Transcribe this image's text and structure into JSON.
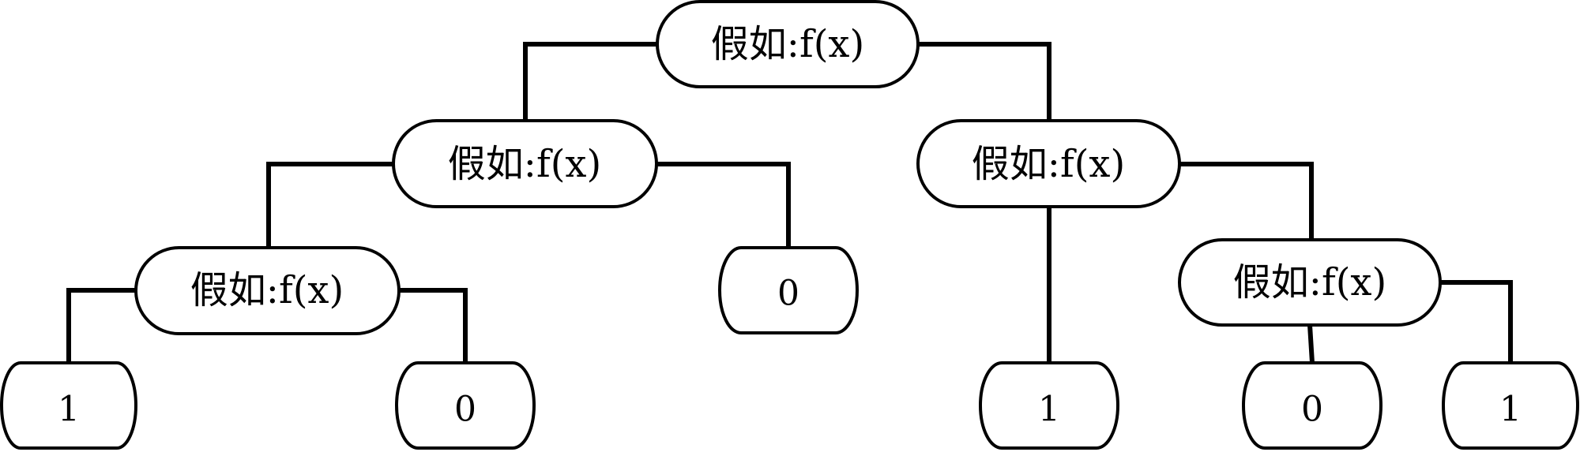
{
  "tree": {
    "root": {
      "label": "假如:f(x)",
      "left": {
        "label": "假如:f(x)",
        "left": {
          "label": "假如:f(x)",
          "left": {
            "label": "1"
          },
          "right": {
            "label": "0"
          }
        },
        "right": {
          "label": "0"
        }
      },
      "right": {
        "label": "假如:f(x)",
        "left": {
          "label": "1"
        },
        "right": {
          "label": "假如:f(x)",
          "left": {
            "label": "0"
          },
          "right": {
            "label": "1"
          }
        }
      }
    }
  }
}
